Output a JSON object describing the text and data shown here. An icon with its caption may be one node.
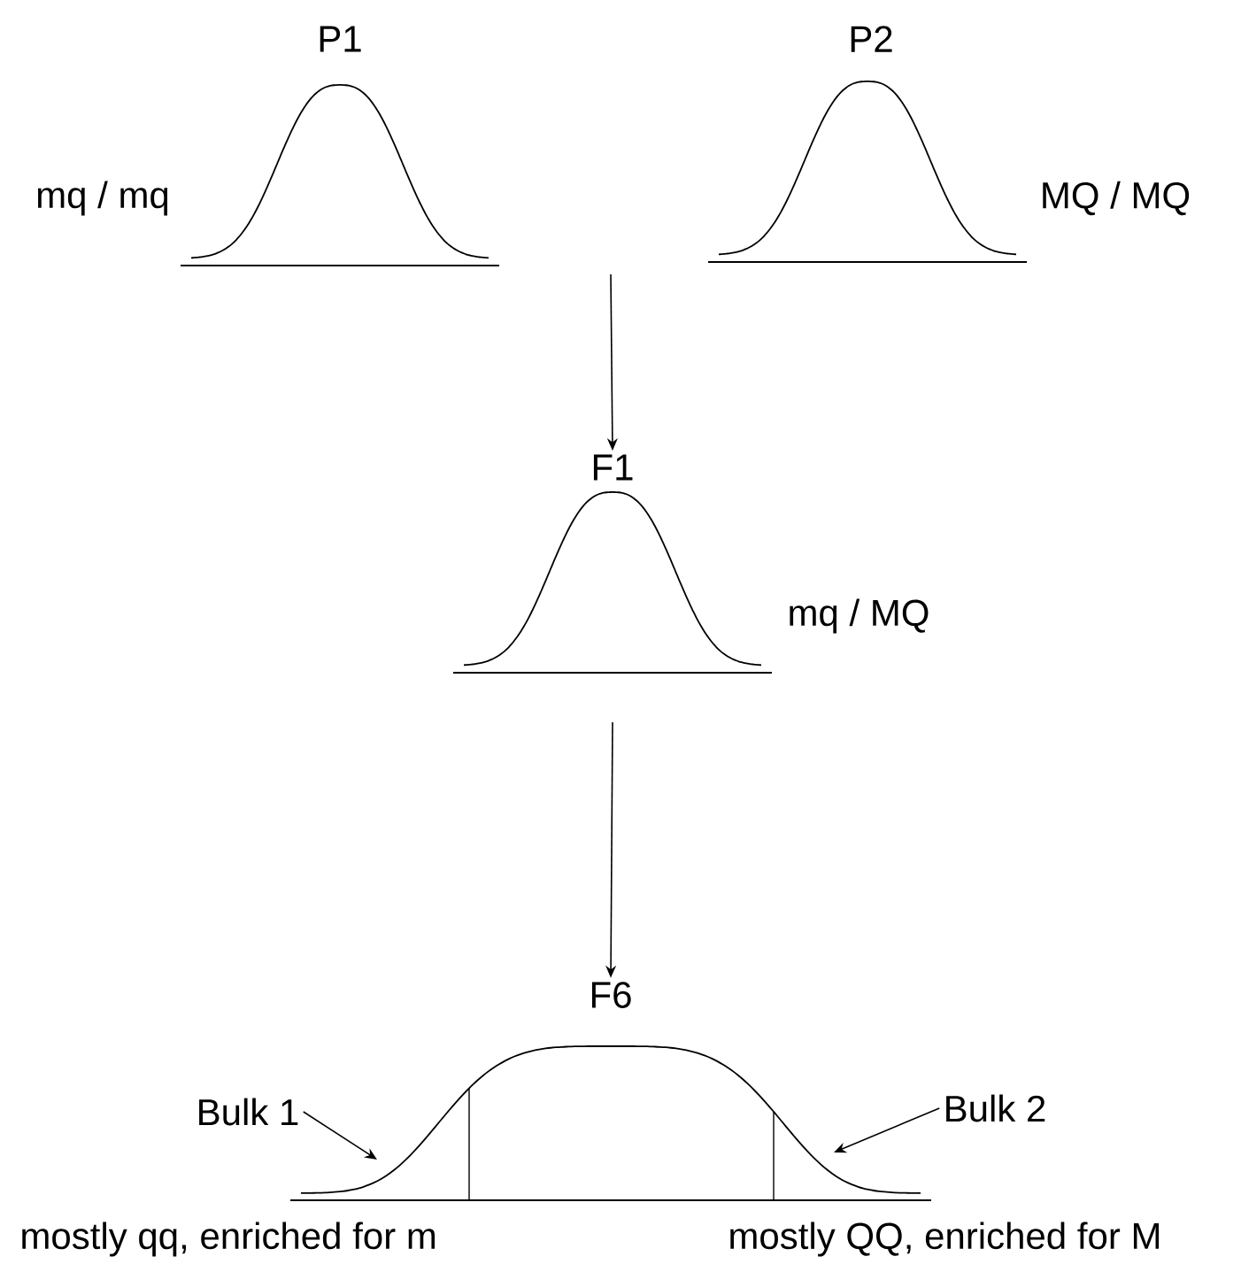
{
  "diagram": {
    "nodes": [
      {
        "text": [
          "P1"
        ],
        "beside": [
          "mq / mq"
        ]
      },
      {
        "text": [
          "P2"
        ],
        "beside": [
          "MQ / MQ"
        ]
      },
      {
        "text": [
          "F1"
        ],
        "beside": [
          "mq / MQ"
        ]
      },
      {
        "text": [
          "F6"
        ]
      },
      {
        "text": [
          "Bulk 1"
        ]
      },
      {
        "text": [
          "Bulk 2"
        ]
      }
    ],
    "edges": [
      {
        "from": null,
        "to": 2,
        "arrow": "to"
      },
      {
        "from": 2,
        "to": 3,
        "arrow": "to"
      },
      {
        "from": 4,
        "to": 3,
        "arrow": "to"
      },
      {
        "from": 5,
        "to": 3,
        "arrow": "to"
      }
    ],
    "labels": [
      "mostly qq, enriched for m",
      "mostly QQ, enriched for M"
    ]
  }
}
